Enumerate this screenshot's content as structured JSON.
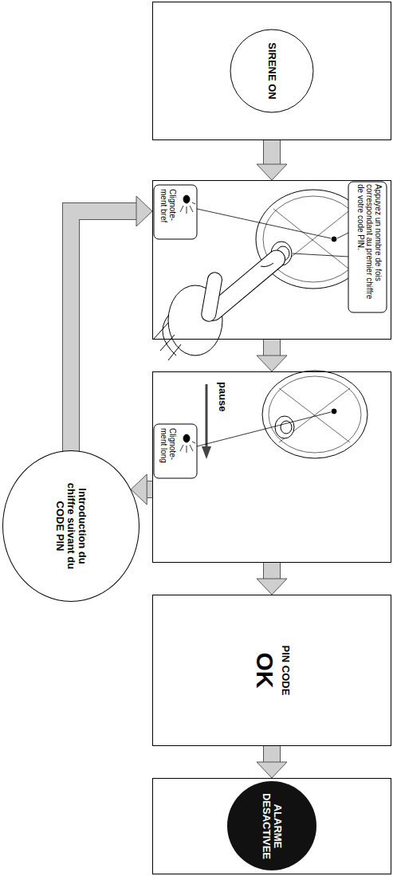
{
  "diagram": {
    "nodes": [
      {
        "text": [
          "SIRENE ON"
        ]
      },
      {
        "text": [
          "Appuyez un nombre de fois correspondant au premier chiffre de votre code PIN.",
          "Clignote- ment bref"
        ]
      },
      {
        "text": [
          "pause",
          "Clignote- ment long"
        ]
      },
      {
        "text": [
          "Introduction du chiffre suivant du CODE PIN"
        ]
      },
      {
        "text": [
          "PIN CODE",
          "OK"
        ]
      },
      {
        "text": [
          "ALARME DESACTIVEE"
        ]
      }
    ],
    "edges": [
      {
        "from": 0,
        "to": 1,
        "arrow": "to"
      },
      {
        "from": 1,
        "to": 2,
        "arrow": "to"
      },
      {
        "from": 2,
        "to": 4,
        "arrow": "to"
      },
      {
        "from": 4,
        "to": 5,
        "arrow": "to"
      },
      {
        "from": 2,
        "to": 3,
        "arrow": "to"
      },
      {
        "from": 3,
        "to": 1,
        "arrow": "to"
      }
    ]
  }
}
